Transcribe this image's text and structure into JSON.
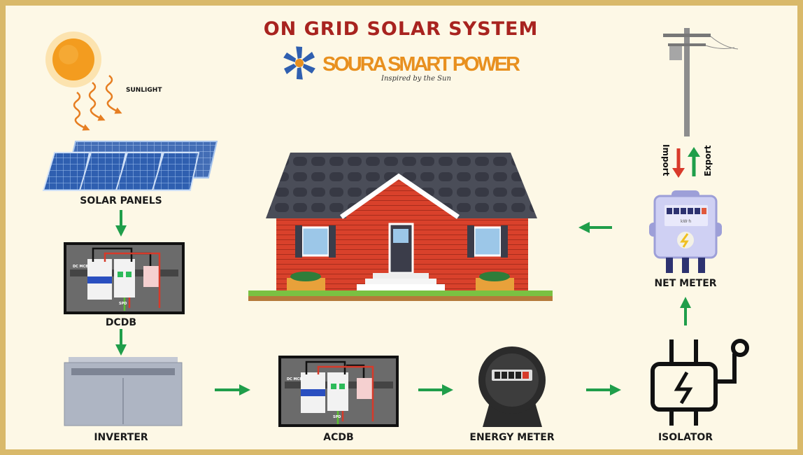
{
  "title": "ON GRID SOLAR SYSTEM",
  "brand": {
    "name": "SOURA SMART POWER",
    "tagline": "Inspired by the Sun"
  },
  "labels": {
    "sunlight": "SUNLIGHT",
    "solar_panels": "SOLAR PANELS",
    "dcdb": "DCDB",
    "inverter": "INVERTER",
    "acdb": "ACDB",
    "energy_meter": "ENERGY METER",
    "isolator": "ISOLATOR",
    "net_meter": "NET METER",
    "import": "Import",
    "export": "Export"
  },
  "component_text": {
    "dc_mcb": "DC MCB",
    "spd": "SPD",
    "kwh": "kW·h"
  },
  "colors": {
    "background": "#fdf8e6",
    "border": "#d9b96a",
    "title": "#a8231f",
    "brand": "#e8901f",
    "arrow": "#1f9e4a",
    "import": "#d93a2b",
    "export": "#1f9e4a"
  }
}
